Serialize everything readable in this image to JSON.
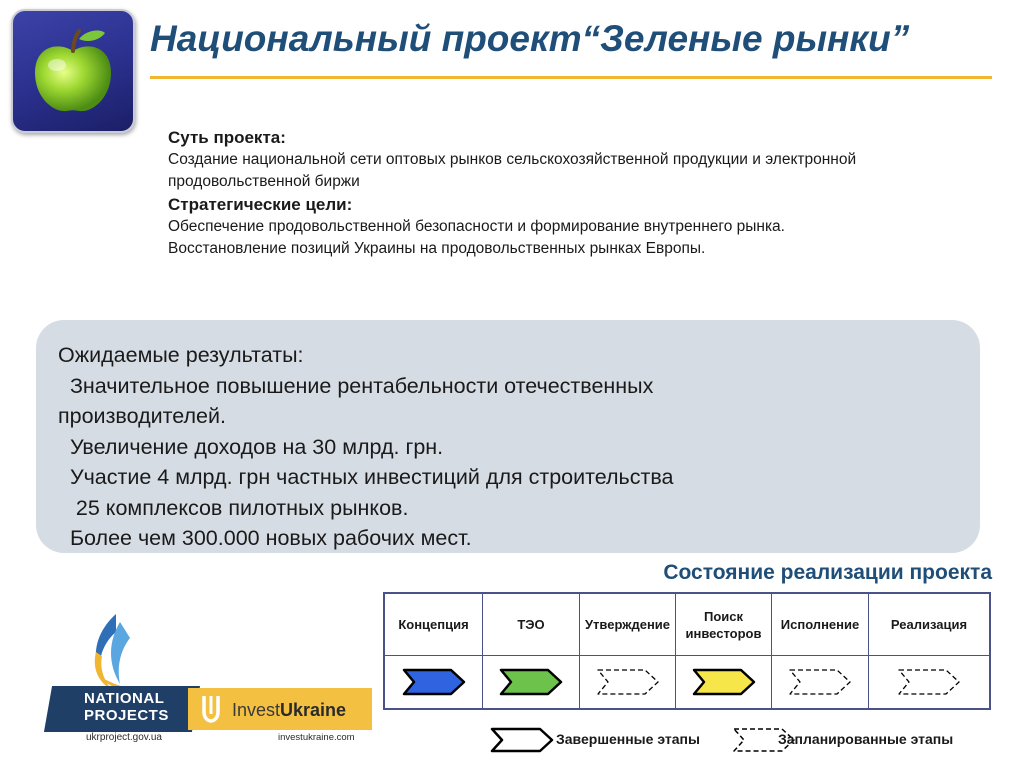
{
  "header": {
    "title": "Национальный проект“Зеленые рынки”",
    "icon": "green-apple-icon"
  },
  "brief": {
    "essence_heading": "Суть проекта:",
    "essence_text": "Создание национальной сети оптовых рынков сельскохозяйственной продукции и электронной продовольственной биржи",
    "goals_heading": "Стратегические цели:",
    "goals": [
      "Обеспечение продовольственной безопасности и формирование внутреннего рынка.",
      "Восстановление позиций Украины на продовольственных рынках Европы."
    ]
  },
  "results": {
    "heading": "Ожидаемые результаты:",
    "lines": [
      "  Значительное повышение рентабельности отечественных",
      "производителей.",
      "  Увеличение доходов на 30 млрд. грн.",
      "  Участие 4 млрд. грн частных инвестиций для строительства",
      "   25 комплексов пилотных рынков.",
      "  Более чем 300.000 новых рабочих мест."
    ]
  },
  "status": {
    "title": "Состояние реализации проекта",
    "stages": [
      {
        "label": "Концепция",
        "state": "done",
        "color": "#2f63e0"
      },
      {
        "label": "ТЭО",
        "state": "done",
        "color": "#6cc24a"
      },
      {
        "label": "Утверждение",
        "state": "planned",
        "color": "#ffffff"
      },
      {
        "label": "Поиск инвесторов",
        "state": "done",
        "color": "#f7e64a"
      },
      {
        "label": "Исполнение",
        "state": "planned",
        "color": "#ffffff"
      },
      {
        "label": "Реализация",
        "state": "planned",
        "color": "#ffffff"
      }
    ],
    "legend": {
      "done_label": "Завершенные этапы",
      "planned_label": "Запланированные этапы"
    }
  },
  "logos": {
    "national_projects_line1": "NATIONAL",
    "national_projects_line2": "PROJECTS",
    "national_projects_url": "ukrproject.gov.ua",
    "invest_prefix": "Invest",
    "invest_suffix": "Ukraine",
    "invest_url": "investukraine.com"
  },
  "colors": {
    "title": "#1f4e79",
    "accent_rule": "#f0b531",
    "results_panel": "#d6dce4",
    "table_border": "#4a5288"
  }
}
